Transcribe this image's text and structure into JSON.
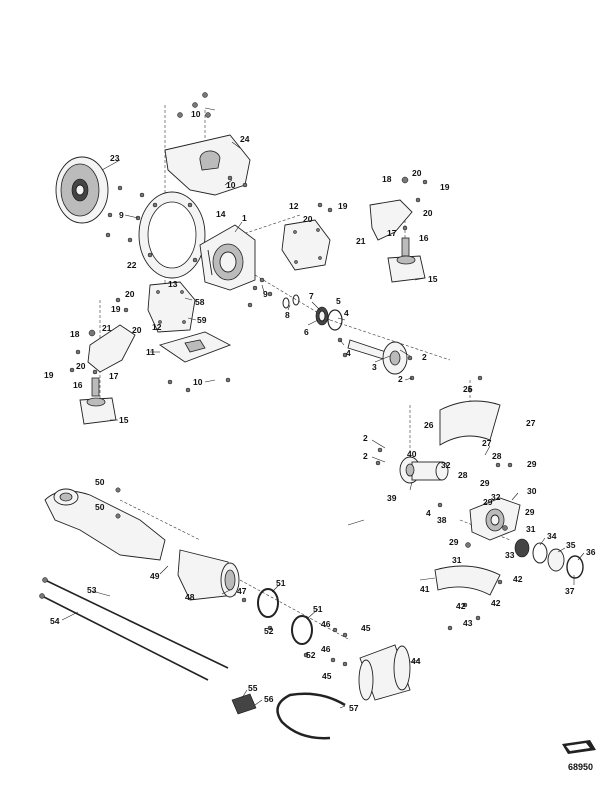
{
  "figure_number": "68950",
  "callouts": [
    {
      "id": "c1",
      "text": "1"
    },
    {
      "id": "c2a",
      "text": "2"
    },
    {
      "id": "c2b",
      "text": "2"
    },
    {
      "id": "c2c",
      "text": "2"
    },
    {
      "id": "c2d",
      "text": "2"
    },
    {
      "id": "c3",
      "text": "3"
    },
    {
      "id": "c4a",
      "text": "4"
    },
    {
      "id": "c4b",
      "text": "4"
    },
    {
      "id": "c4c",
      "text": "4"
    },
    {
      "id": "c5",
      "text": "5"
    },
    {
      "id": "c6",
      "text": "6"
    },
    {
      "id": "c7",
      "text": "7"
    },
    {
      "id": "c8",
      "text": "8"
    },
    {
      "id": "c9a",
      "text": "9"
    },
    {
      "id": "c9b",
      "text": "9"
    },
    {
      "id": "c10a",
      "text": "10"
    },
    {
      "id": "c10b",
      "text": "10"
    },
    {
      "id": "c10c",
      "text": "10"
    },
    {
      "id": "c11",
      "text": "11"
    },
    {
      "id": "c12a",
      "text": "12"
    },
    {
      "id": "c12b",
      "text": "12"
    },
    {
      "id": "c13",
      "text": "13"
    },
    {
      "id": "c14",
      "text": "14"
    },
    {
      "id": "c15a",
      "text": "15"
    },
    {
      "id": "c15b",
      "text": "15"
    },
    {
      "id": "c16a",
      "text": "16"
    },
    {
      "id": "c16b",
      "text": "16"
    },
    {
      "id": "c17a",
      "text": "17"
    },
    {
      "id": "c17b",
      "text": "17"
    },
    {
      "id": "c18a",
      "text": "18"
    },
    {
      "id": "c18b",
      "text": "18"
    },
    {
      "id": "c19a",
      "text": "19"
    },
    {
      "id": "c19b",
      "text": "19"
    },
    {
      "id": "c19c",
      "text": "19"
    },
    {
      "id": "c19d",
      "text": "19"
    },
    {
      "id": "c20a",
      "text": "20"
    },
    {
      "id": "c20b",
      "text": "20"
    },
    {
      "id": "c20c",
      "text": "20"
    },
    {
      "id": "c20d",
      "text": "20"
    },
    {
      "id": "c20e",
      "text": "20"
    },
    {
      "id": "c20f",
      "text": "20"
    },
    {
      "id": "c21a",
      "text": "21"
    },
    {
      "id": "c21b",
      "text": "21"
    },
    {
      "id": "c22",
      "text": "22"
    },
    {
      "id": "c23",
      "text": "23"
    },
    {
      "id": "c24",
      "text": "24"
    },
    {
      "id": "c25",
      "text": "25"
    },
    {
      "id": "c26",
      "text": "26"
    },
    {
      "id": "c27a",
      "text": "27"
    },
    {
      "id": "c27b",
      "text": "27"
    },
    {
      "id": "c28a",
      "text": "28"
    },
    {
      "id": "c28b",
      "text": "28"
    },
    {
      "id": "c29a",
      "text": "29"
    },
    {
      "id": "c29b",
      "text": "29"
    },
    {
      "id": "c29c",
      "text": "29"
    },
    {
      "id": "c29d",
      "text": "29"
    },
    {
      "id": "c29e",
      "text": "29"
    },
    {
      "id": "c30",
      "text": "30"
    },
    {
      "id": "c31a",
      "text": "31"
    },
    {
      "id": "c31b",
      "text": "31"
    },
    {
      "id": "c32a",
      "text": "32"
    },
    {
      "id": "c32b",
      "text": "32"
    },
    {
      "id": "c33",
      "text": "33"
    },
    {
      "id": "c34",
      "text": "34"
    },
    {
      "id": "c35",
      "text": "35"
    },
    {
      "id": "c36",
      "text": "36"
    },
    {
      "id": "c37",
      "text": "37"
    },
    {
      "id": "c38",
      "text": "38"
    },
    {
      "id": "c39",
      "text": "39"
    },
    {
      "id": "c40",
      "text": "40"
    },
    {
      "id": "c41",
      "text": "41"
    },
    {
      "id": "c42a",
      "text": "42"
    },
    {
      "id": "c42b",
      "text": "42"
    },
    {
      "id": "c42c",
      "text": "42"
    },
    {
      "id": "c43",
      "text": "43"
    },
    {
      "id": "c44",
      "text": "44"
    },
    {
      "id": "c45a",
      "text": "45"
    },
    {
      "id": "c45b",
      "text": "45"
    },
    {
      "id": "c46a",
      "text": "46"
    },
    {
      "id": "c46b",
      "text": "46"
    },
    {
      "id": "c47",
      "text": "47"
    },
    {
      "id": "c48",
      "text": "48"
    },
    {
      "id": "c49",
      "text": "49"
    },
    {
      "id": "c50a",
      "text": "50"
    },
    {
      "id": "c50b",
      "text": "50"
    },
    {
      "id": "c51a",
      "text": "51"
    },
    {
      "id": "c51b",
      "text": "51"
    },
    {
      "id": "c52a",
      "text": "52"
    },
    {
      "id": "c52b",
      "text": "52"
    },
    {
      "id": "c53",
      "text": "53"
    },
    {
      "id": "c54",
      "text": "54"
    },
    {
      "id": "c55",
      "text": "55"
    },
    {
      "id": "c56",
      "text": "56"
    },
    {
      "id": "c57",
      "text": "57"
    },
    {
      "id": "c58",
      "text": "58"
    },
    {
      "id": "c59",
      "text": "59"
    }
  ]
}
